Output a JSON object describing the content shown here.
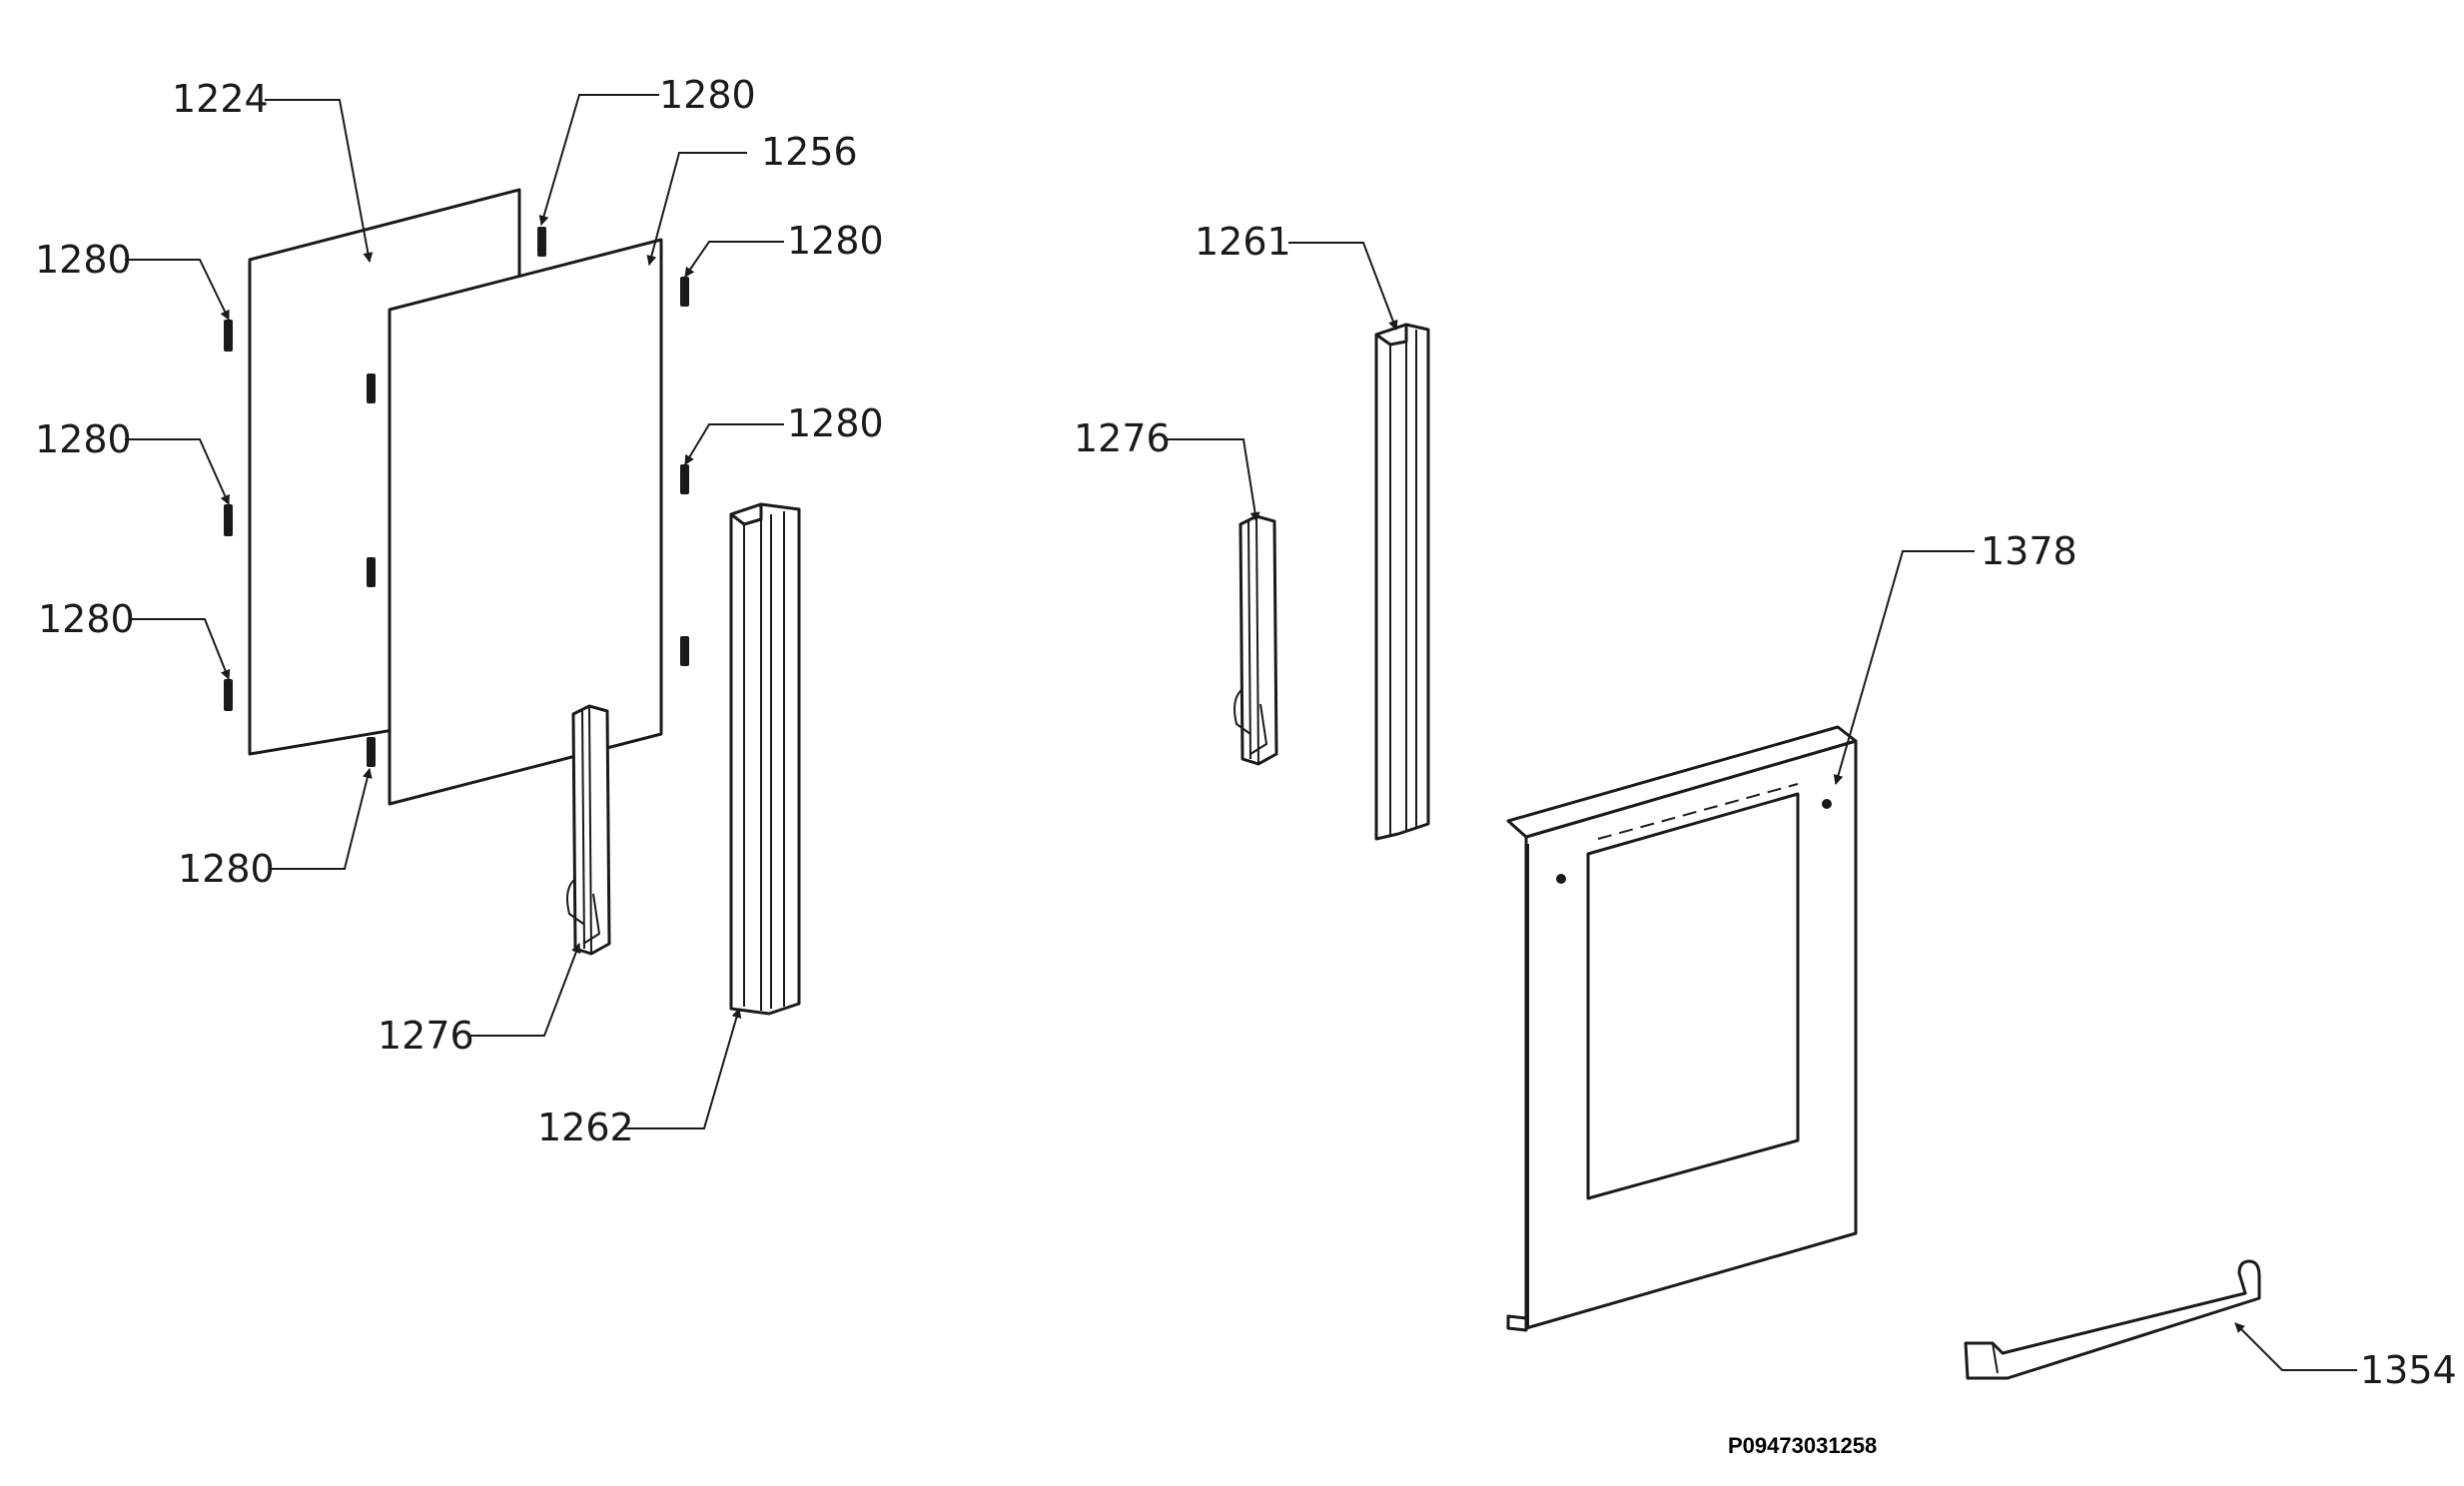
{
  "doc_id": "P09473031258",
  "callouts": {
    "c1224": "1224",
    "c1280a": "1280",
    "c1256": "1256",
    "c1280b": "1280",
    "c1280c": "1280",
    "c1280d": "1280",
    "c1280e": "1280",
    "c1280f": "1280",
    "c1280g": "1280",
    "c1276a": "1276",
    "c1262": "1262",
    "c1261": "1261",
    "c1276b": "1276",
    "c1378": "1378",
    "c1354": "1354"
  },
  "colors": {
    "line": "#1a1a1a",
    "background": "#ffffff"
  }
}
